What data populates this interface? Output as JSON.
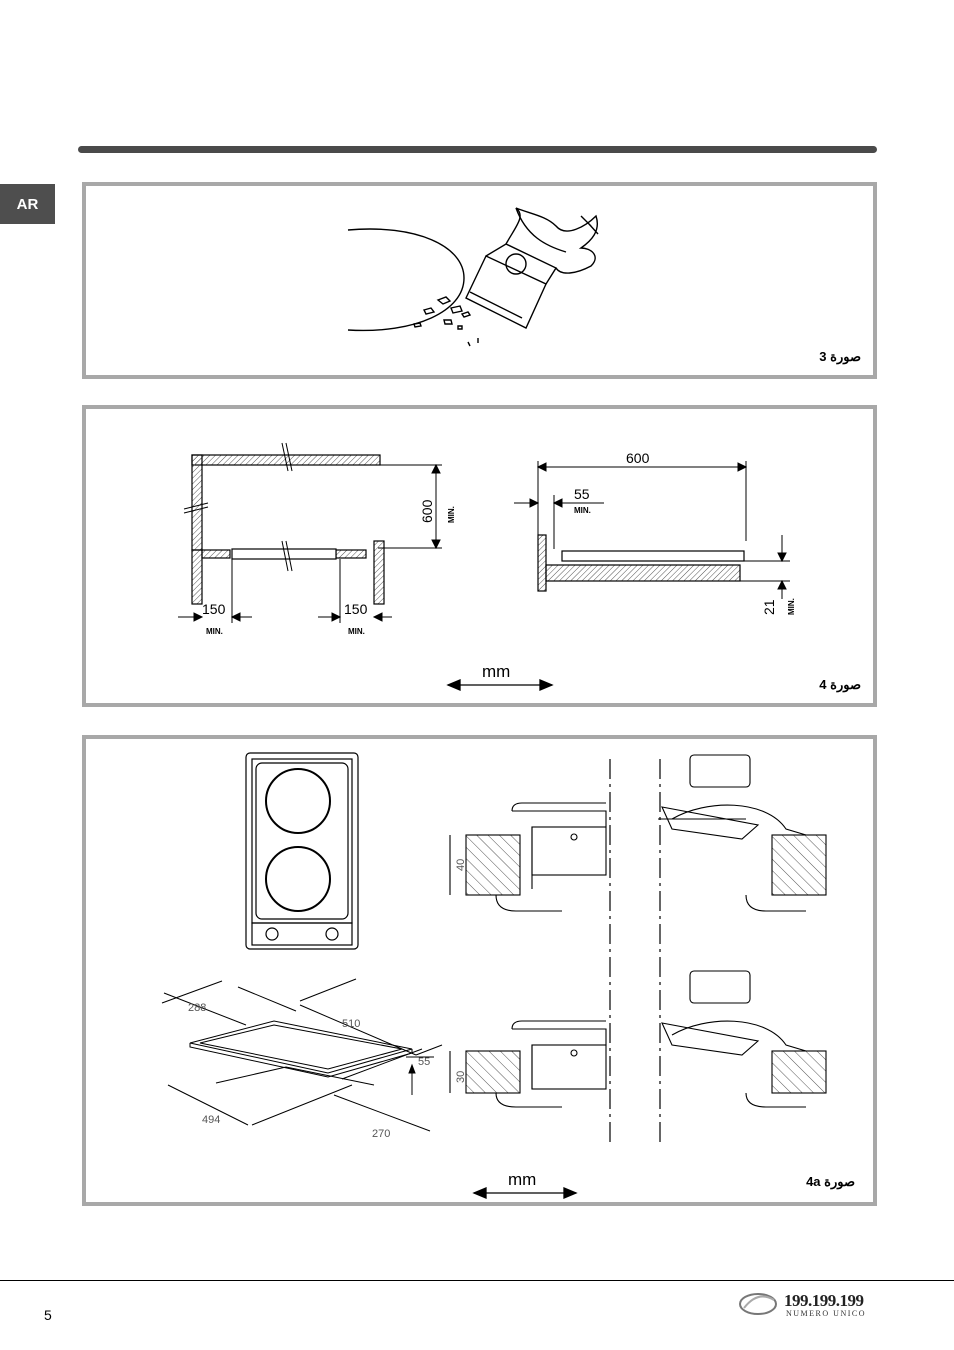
{
  "sidebar_tab": {
    "label": "AR"
  },
  "figures": {
    "fig3": {
      "caption": "صورة 3"
    },
    "fig4": {
      "caption": "صورة 4",
      "unit": "mm",
      "dims": {
        "left_150": "150",
        "right_150": "150",
        "height_600": "600",
        "width_600": "600",
        "side_55": "55",
        "depth_21": "21",
        "min": "MIN."
      }
    },
    "fig4a": {
      "caption": "صورة 4a",
      "unit": "mm",
      "dims": {
        "d288": "288",
        "d510": "510",
        "d55": "55",
        "d494": "494",
        "d270": "270",
        "d40": "40",
        "d30": "30"
      }
    }
  },
  "footer": {
    "page_number": "5",
    "logo_number": "199.199.199",
    "logo_subtitle": "NUMERO UNICO"
  }
}
